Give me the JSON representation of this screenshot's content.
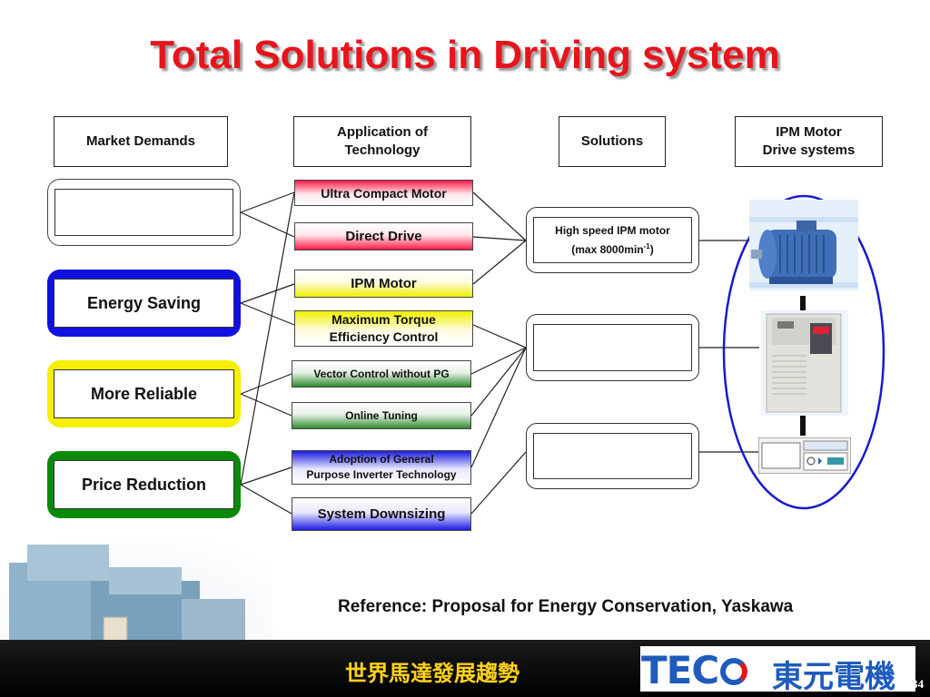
{
  "title": "Total Solutions in Driving system",
  "headers": {
    "market": "Market Demands",
    "application_line1": "Application of",
    "application_line2": "Technology",
    "solutions": "Solutions",
    "ipm_line1": "IPM Motor",
    "ipm_line2": "Drive systems"
  },
  "market_demands": [
    {
      "label": "",
      "color": "#ffffff"
    },
    {
      "label": "Energy Saving",
      "color": "#1010e0"
    },
    {
      "label": "More Reliable",
      "color": "#f5f000"
    },
    {
      "label": "Price Reduction",
      "color": "#0a8a0a"
    }
  ],
  "technologies": [
    {
      "label_line1": "Ultra Compact Motor",
      "label_line2": "",
      "color": "#ff2050"
    },
    {
      "label_line1": "Direct Drive",
      "label_line2": "",
      "color": "#ff2050"
    },
    {
      "label_line1": "IPM Motor",
      "label_line2": "",
      "color": "#f0f000"
    },
    {
      "label_line1": "Maximum Torque",
      "label_line2": "Efficiency Control",
      "color": "#f0f000"
    },
    {
      "label_line1": "Vector Control without PG",
      "label_line2": "",
      "color": "#2f8a2f"
    },
    {
      "label_line1": "Online Tuning",
      "label_line2": "",
      "color": "#2f8a2f"
    },
    {
      "label_line1": "Adoption of General",
      "label_line2": "Purpose Inverter Technology",
      "color": "#1010e0"
    },
    {
      "label_line1": "System Downsizing",
      "label_line2": "",
      "color": "#1010e0"
    }
  ],
  "solutions": [
    {
      "line1": "High speed IPM motor",
      "line2_pre": "(max 8000min",
      "line2_sup": "-1",
      "line2_post": ")"
    },
    {
      "line1": "",
      "line2_pre": "",
      "line2_sup": "",
      "line2_post": ""
    },
    {
      "line1": "",
      "line2_pre": "",
      "line2_sup": "",
      "line2_post": ""
    }
  ],
  "reference": "Reference: Proposal for Energy Conservation, Yaskawa",
  "footer": {
    "slogan": "世界馬達發展趨勢",
    "brand": "TEC",
    "brand_cn": "東元電機",
    "page_number": "34"
  },
  "colors": {
    "title": "#e8141c",
    "ellipse": "#1a1acc",
    "footer_slogan": "#ffd21a",
    "brand": "#1f5bbd"
  },
  "icons": [
    "ipm-motor-icon",
    "inverter-drive-icon",
    "keypad-operator-icon",
    "industrial-machinery-image",
    "teco-logo"
  ]
}
